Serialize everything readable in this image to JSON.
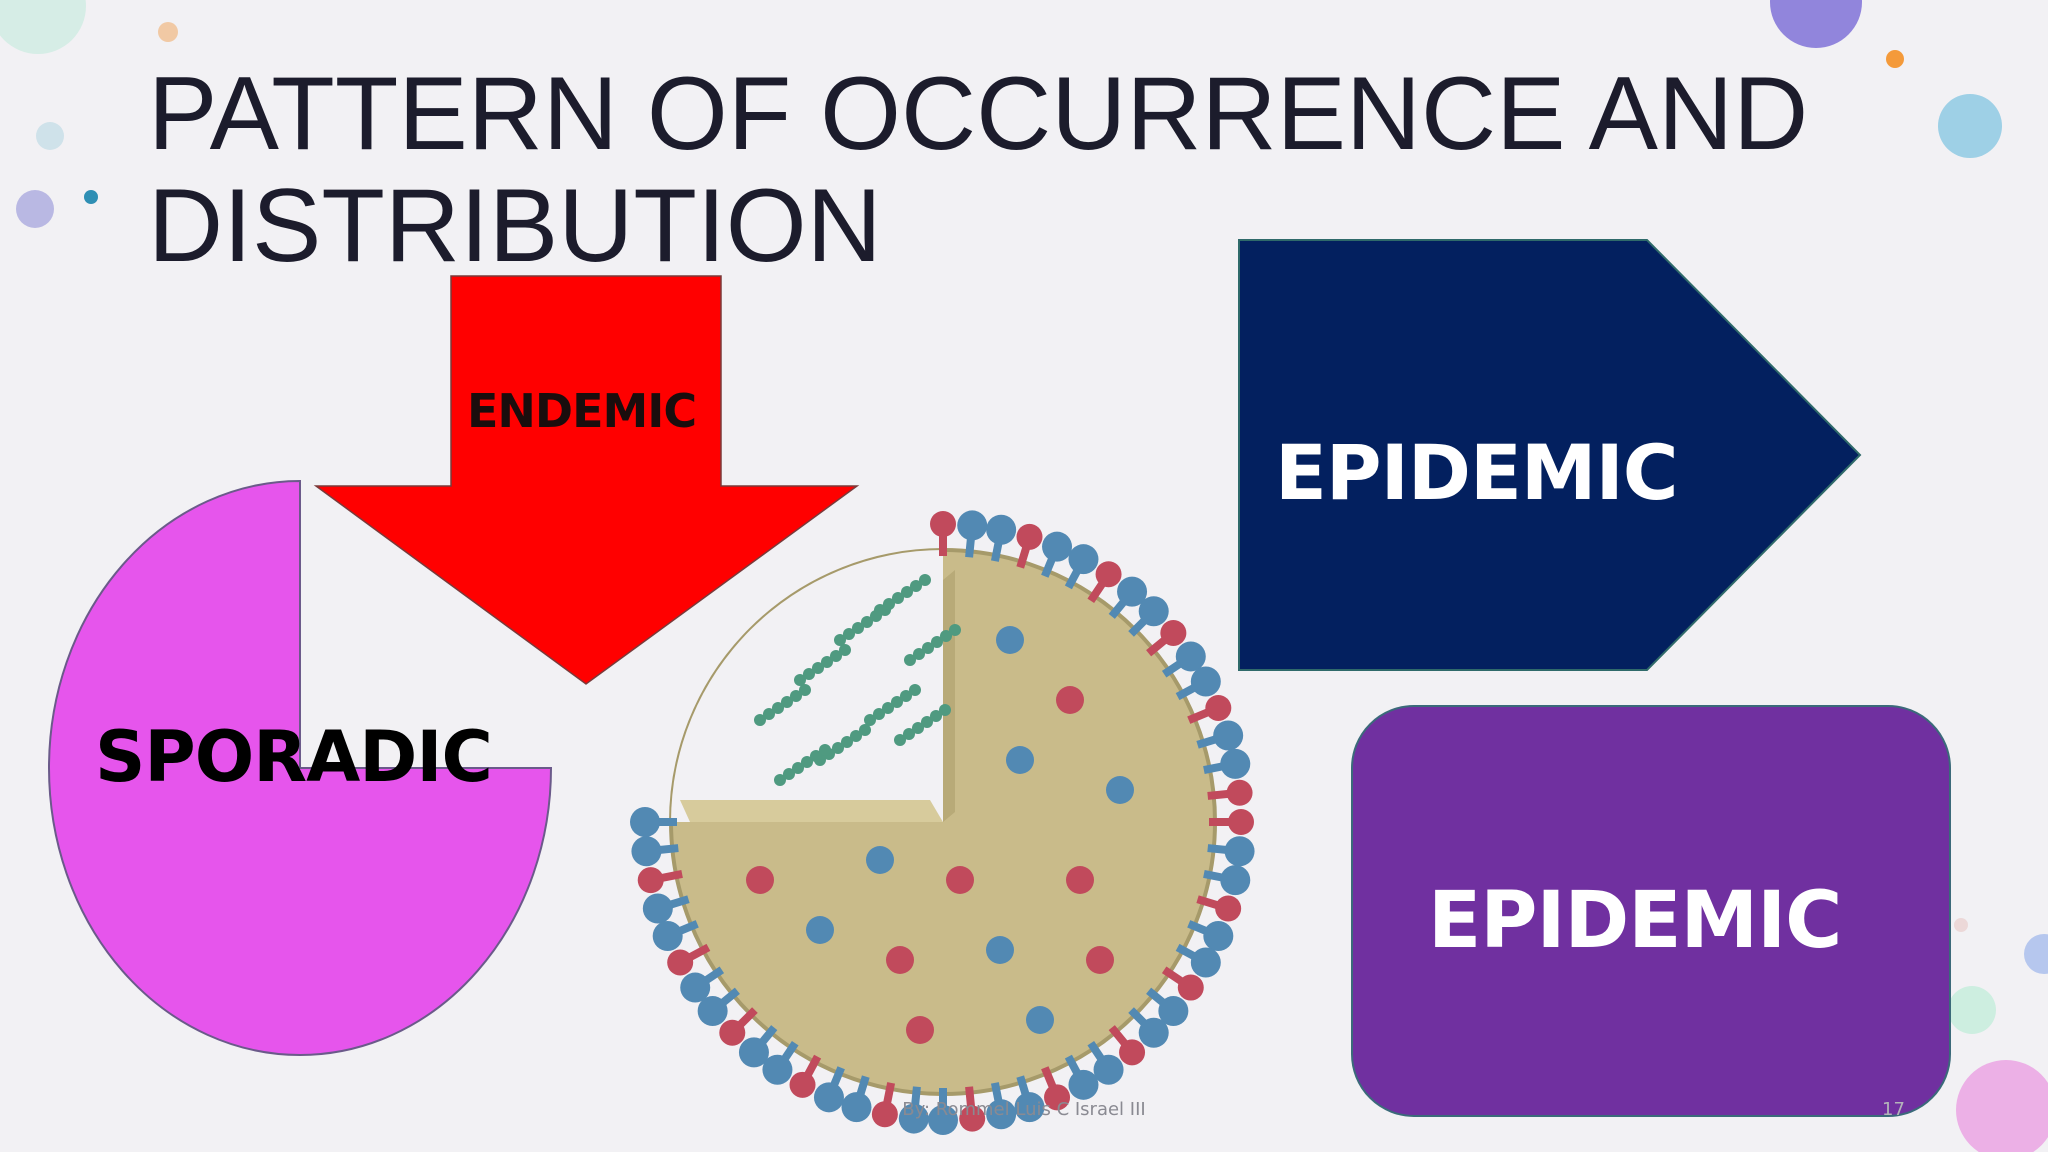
{
  "slide": {
    "title": "PATTERN OF OCCURRENCE AND\nDISTRIBUTION",
    "labels": {
      "endemic": "ENDEMIC",
      "sporadic": "SPORADIC",
      "epidemic_arrow": "EPIDEMIC",
      "epidemic_box": "EPIDEMIC"
    },
    "footer": "By: Rommel Luis C Israel III",
    "page_number": "17"
  },
  "colors": {
    "background": "#f2f1f4",
    "endemic_arrow": "#ff0000",
    "sporadic_pie": "#e655ec",
    "epidemic_arrow": "#03205f",
    "epidemic_box": "#7030a0",
    "virus_core": "#c9bb8a",
    "virus_spike_blue": "#5289b3",
    "virus_spike_red": "#c14a5c",
    "virus_rna": "#4f9a80"
  },
  "icons": {
    "virus_illustration": "influenza-virus-icon"
  }
}
